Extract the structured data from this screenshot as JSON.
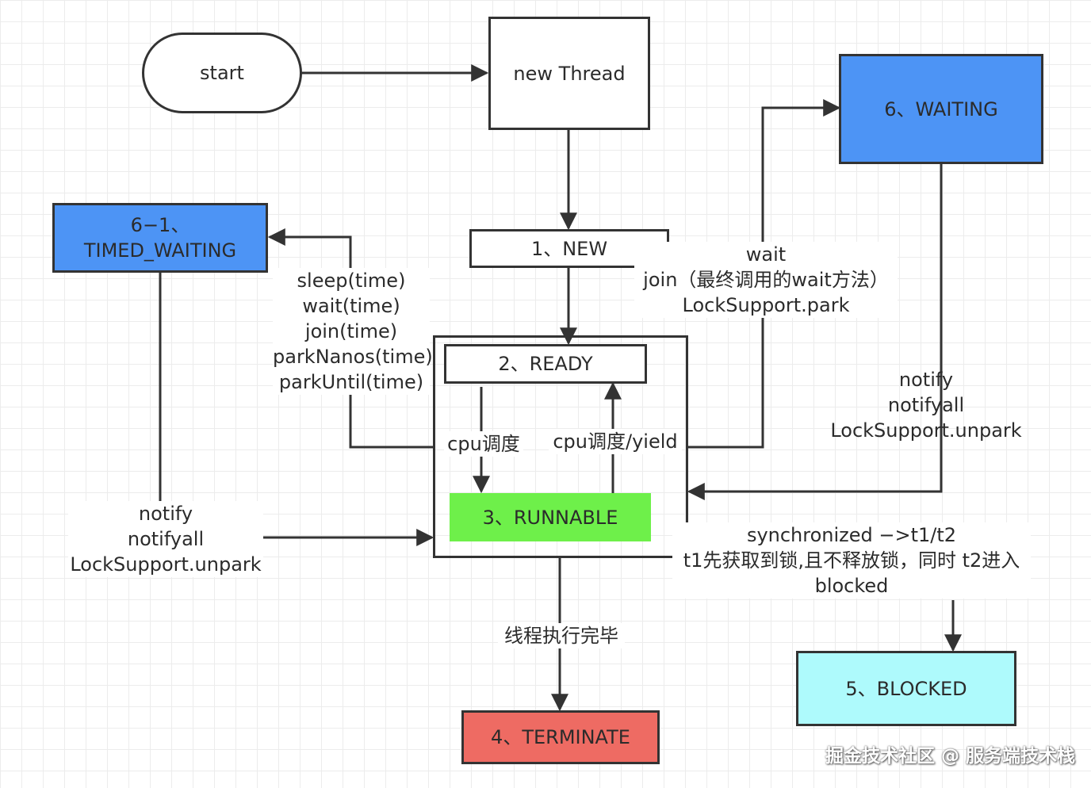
{
  "nodes": {
    "start": "start",
    "new_thread": "new Thread",
    "new_state": "1、NEW",
    "ready": "2、READY",
    "runnable": "3、RUNNABLE",
    "terminate": "4、TERMINATE",
    "blocked": "5、BLOCKED",
    "waiting": "6、WAITING",
    "timed_waiting": [
      "6−1、",
      "TIMED_WAITING"
    ]
  },
  "edge_labels": {
    "to_timed_waiting": [
      "sleep(time)",
      "wait(time)",
      "join(time)",
      "parkNanos(time)",
      "parkUntil(time)"
    ],
    "to_waiting": [
      "wait",
      "join（最终调用的wait方法）",
      "LockSupport.park"
    ],
    "from_waiting": [
      "notify",
      "notifyall",
      "LockSupport.unpark"
    ],
    "from_timed_waiting": [
      "notify",
      "notifyall",
      "LockSupport.unpark"
    ],
    "ready_to_runnable": "cpu调度",
    "runnable_to_ready": "cpu调度/yield",
    "to_terminate": "线程执行完毕",
    "to_blocked": [
      "synchronized −>t1/t2",
      "t1先获取到锁,且不释放锁，同时 t2进入",
      "blocked"
    ]
  },
  "watermark": "掘金技术社区 @ 服务端技术栈",
  "colors": {
    "waiting_fill": "#4d94f5",
    "runnable_fill": "#6ef04a",
    "terminate_fill": "#ee6b63",
    "blocked_fill": "#aefafc",
    "stroke": "#333333",
    "grid": "#ececec"
  }
}
